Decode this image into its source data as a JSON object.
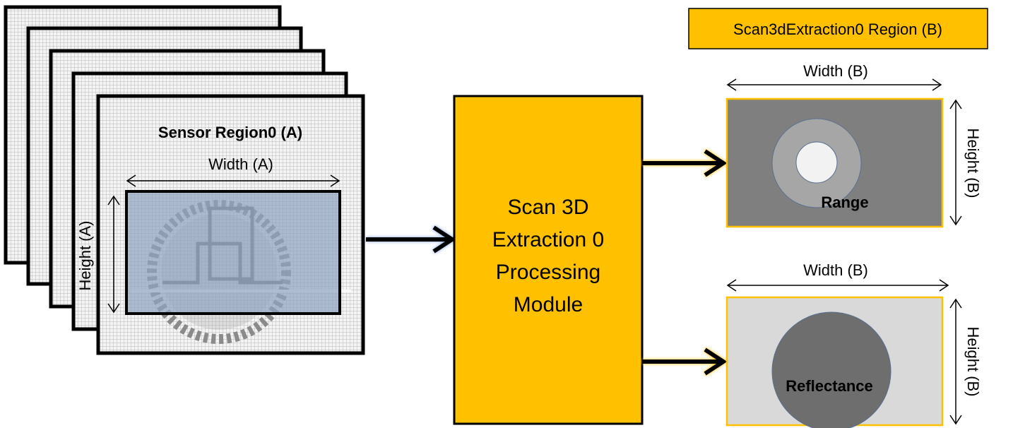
{
  "sensor": {
    "title": "Sensor Region0 (A)",
    "width_label": "Width (A)",
    "height_label": "Height (A)",
    "stacked_frames": 5
  },
  "module": {
    "lines": [
      "Scan 3D",
      "Extraction 0",
      "Processing",
      "Module"
    ]
  },
  "region_box": {
    "label": "Scan3dExtraction0 Region (B)"
  },
  "range": {
    "label": "Range",
    "width_label": "Width (B)",
    "height_label": "Height (B)"
  },
  "reflectance": {
    "label": "Reflectance",
    "width_label": "Width (B)",
    "height_label": "Height (B)"
  },
  "colors": {
    "accent": "#FFC000",
    "accent_border": "#E0A800",
    "roi": "#8FA3BF",
    "range_bg": "#7F7F7F",
    "range_ring": "#A6A6A6",
    "range_center": "#F2F2F2",
    "reflectance_bg": "#D9D9D9",
    "reflectance_disc": "#6E6E6E"
  }
}
